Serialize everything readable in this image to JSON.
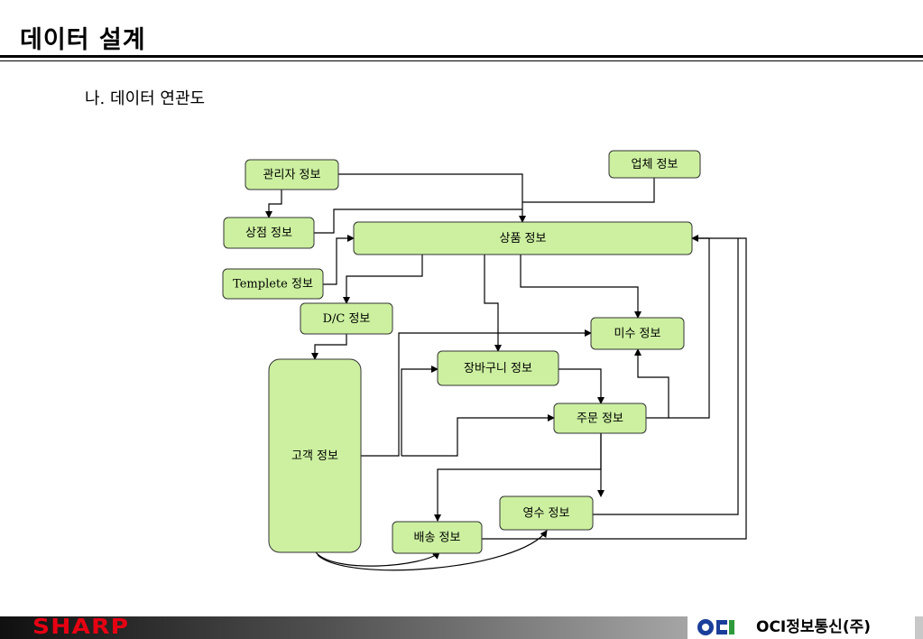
{
  "header": {
    "title": "데이터 설계"
  },
  "section": {
    "heading": "나. 데이터 연관도"
  },
  "diagram": {
    "node_fill": "#ccf0a0",
    "nodes": {
      "admin": "관리자 정보",
      "vendor": "업체 정보",
      "store": "상점 정보",
      "product": "상품 정보",
      "template": "Templete 정보",
      "dc": "D/C 정보",
      "receivable": "미수 정보",
      "cart": "장바구니 정보",
      "customer": "고객 정보",
      "order": "주문 정보",
      "receipt": "영수 정보",
      "delivery": "배송 정보"
    }
  },
  "footer": {
    "left_logo": "SHARP",
    "right_logo": "OCI",
    "company": "OCI정보통신(주)",
    "brand_red": "#e60012",
    "oci_blue": "#1a3e9a",
    "oci_green": "#2e9a3c"
  }
}
